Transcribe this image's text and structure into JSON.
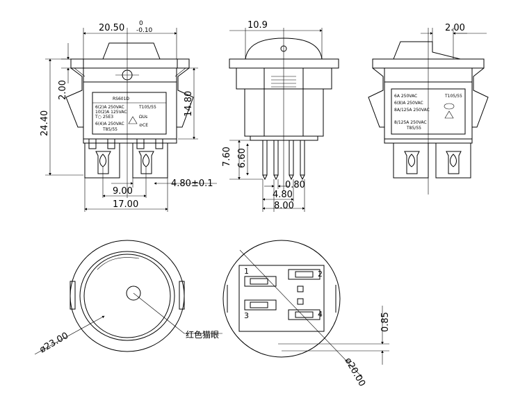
{
  "dimensions": {
    "front_width": "20.50",
    "front_tol_top": "0",
    "front_tol_bottom": "-0.10",
    "front_height_small": "2.00",
    "front_total_height": "24.40",
    "front_body_height": "14.80",
    "terminal_width": "4.80±0.1",
    "terminal_pitch": "9.00",
    "terminal_span": "17.00",
    "side_width": "10.9",
    "side_pin_length": "7.60",
    "side_pin_length2": "6.60",
    "side_pin_thickness": "0.80",
    "side_pin_width": "4.80",
    "side_pin_span": "8.00",
    "right_step": "2.00",
    "bezel_diameter": "ø23.00",
    "panel_diameter": "ø20.00",
    "base_offset": "0.85"
  },
  "labels": {
    "model": "RS601D",
    "front_rating_1": "6(2)A    250VAC",
    "front_rating_2": "10(2)A   125VAC",
    "front_rating_3": "T105/55",
    "front_rating_4": "6(4)A 250VAC",
    "front_rating_5": "T85/55",
    "right_rating_1": "6A     250VAC",
    "right_rating_2": "6(8)A   250VAC",
    "right_rating_3": "8A/125A  250VAC",
    "right_rating_4": "8/125A  250VAC",
    "right_rating_5": "T85/55",
    "right_rating_6": "T105/55",
    "red_eye_label": "红色猫眼"
  },
  "pins": [
    "1",
    "2",
    "3",
    "4"
  ]
}
